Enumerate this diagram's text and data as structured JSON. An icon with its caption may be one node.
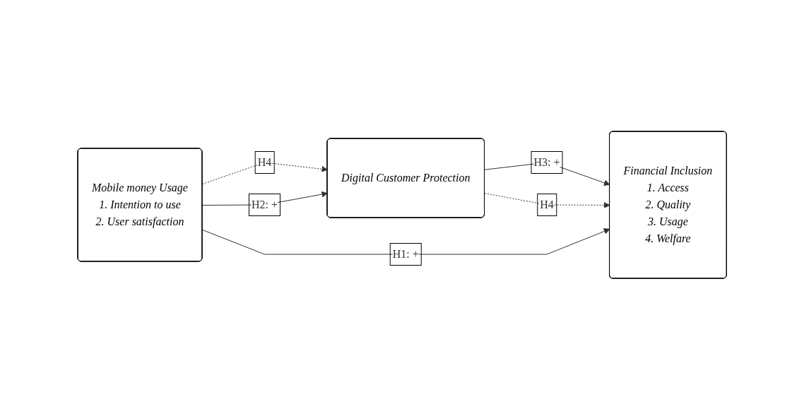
{
  "diagram": {
    "nodes": [
      {
        "text": [
          "Digital Customer Protection"
        ]
      },
      {
        "text": [
          "Mobile money Usage",
          "1. Intention to use",
          "2. User satisfaction"
        ]
      },
      {
        "text": [
          "Financial Inclusion",
          "1. Access",
          "2. Quality",
          "3. Usage",
          "4. Welfare"
        ]
      }
    ],
    "edges": [
      {
        "from": 1,
        "to": 0,
        "arrow": "to",
        "label": "H4",
        "style": "dashed"
      },
      {
        "from": 1,
        "to": 0,
        "arrow": "to",
        "label": "H2: +"
      },
      {
        "from": 0,
        "to": 2,
        "arrow": "to",
        "label": "H3: +"
      },
      {
        "from": 0,
        "to": 2,
        "arrow": "to",
        "label": "H4",
        "style": "dashed"
      },
      {
        "from": 1,
        "to": 2,
        "arrow": "to",
        "label": "H1:  +"
      }
    ]
  }
}
